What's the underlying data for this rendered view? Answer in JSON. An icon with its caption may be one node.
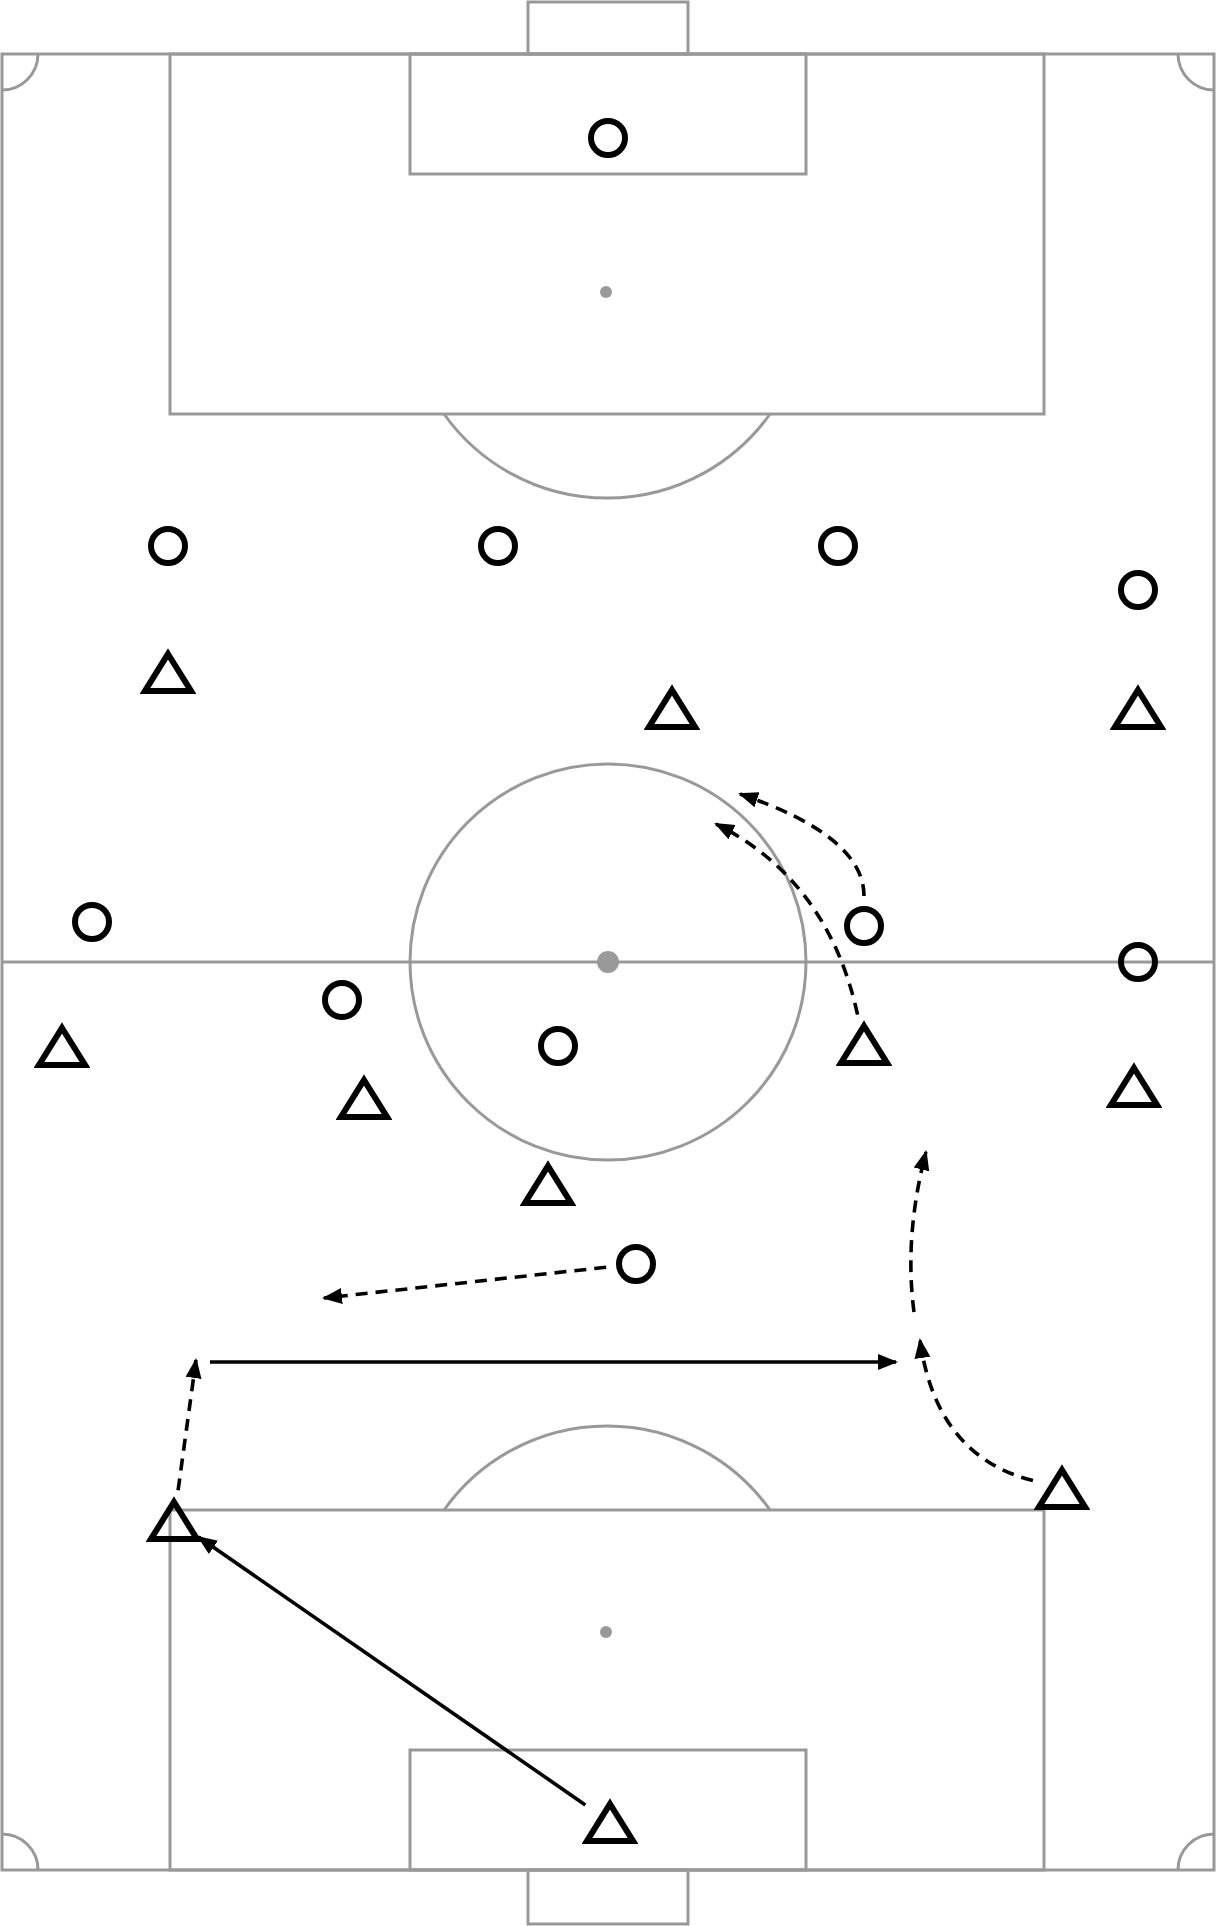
{
  "diagram": {
    "nodes": [
      {
        "text": [],
        "shape": "circle"
      },
      {
        "text": [],
        "shape": "circle"
      },
      {
        "text": [],
        "shape": "circle"
      },
      {
        "text": [],
        "shape": "circle"
      },
      {
        "text": [],
        "shape": "circle"
      },
      {
        "text": [],
        "shape": "triangle"
      },
      {
        "text": [],
        "shape": "triangle"
      },
      {
        "text": [],
        "shape": "triangle"
      },
      {
        "text": [],
        "shape": "circle"
      },
      {
        "text": [],
        "shape": "circle"
      },
      {
        "text": [],
        "shape": "circle"
      },
      {
        "text": [],
        "shape": "circle"
      },
      {
        "text": [],
        "shape": "triangle"
      },
      {
        "text": [],
        "shape": "circle"
      },
      {
        "text": [],
        "shape": "triangle"
      },
      {
        "text": [],
        "shape": "triangle"
      },
      {
        "text": [],
        "shape": "triangle"
      },
      {
        "text": [],
        "shape": "triangle"
      },
      {
        "text": [],
        "shape": "circle"
      },
      {
        "text": [],
        "shape": "triangle"
      },
      {
        "text": [],
        "shape": "triangle"
      },
      {
        "text": [],
        "shape": "triangle"
      }
    ],
    "edges": [
      {
        "from": 21,
        "to": 20,
        "arrow": "to"
      },
      {
        "from": 20,
        "to": null,
        "arrow": "to",
        "style": "dashed"
      },
      {
        "from": 19,
        "to": null,
        "arrow": "to",
        "style": "dashed"
      },
      {
        "from": 18,
        "to": null,
        "arrow": "to",
        "style": "dashed"
      },
      {
        "from": 9,
        "to": null,
        "arrow": "to",
        "style": "dashed"
      },
      {
        "from": 14,
        "to": null,
        "arrow": "to",
        "style": "dashed"
      }
    ]
  }
}
